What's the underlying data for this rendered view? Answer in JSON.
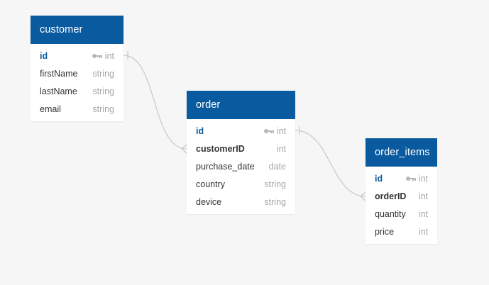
{
  "colors": {
    "header": "#0a5aa0",
    "pk_text": "#0a5aa0",
    "connector": "#c7c7c7",
    "background": "#f6f6f6"
  },
  "tables": {
    "customer": {
      "name": "customer",
      "columns": [
        {
          "name": "id",
          "type": "int",
          "key": "pk",
          "icon": "key-icon"
        },
        {
          "name": "firstName",
          "type": "string",
          "key": ""
        },
        {
          "name": "lastName",
          "type": "string",
          "key": ""
        },
        {
          "name": "email",
          "type": "string",
          "key": ""
        }
      ]
    },
    "order": {
      "name": "order",
      "columns": [
        {
          "name": "id",
          "type": "int",
          "key": "pk",
          "icon": "key-icon"
        },
        {
          "name": "customerID",
          "type": "int",
          "key": "fk"
        },
        {
          "name": "purchase_date",
          "type": "date",
          "key": ""
        },
        {
          "name": "country",
          "type": "string",
          "key": ""
        },
        {
          "name": "device",
          "type": "string",
          "key": ""
        }
      ]
    },
    "order_items": {
      "name": "order_items",
      "columns": [
        {
          "name": "id",
          "type": "int",
          "key": "pk",
          "icon": "key-icon"
        },
        {
          "name": "orderID",
          "type": "int",
          "key": "fk"
        },
        {
          "name": "quantity",
          "type": "int",
          "key": ""
        },
        {
          "name": "price",
          "type": "int",
          "key": ""
        }
      ]
    }
  },
  "relationships": [
    {
      "from": "customer.id",
      "to": "order.customerID",
      "from_end": "one",
      "to_end": "many"
    },
    {
      "from": "order.id",
      "to": "order_items.orderID",
      "from_end": "one",
      "to_end": "many"
    }
  ]
}
